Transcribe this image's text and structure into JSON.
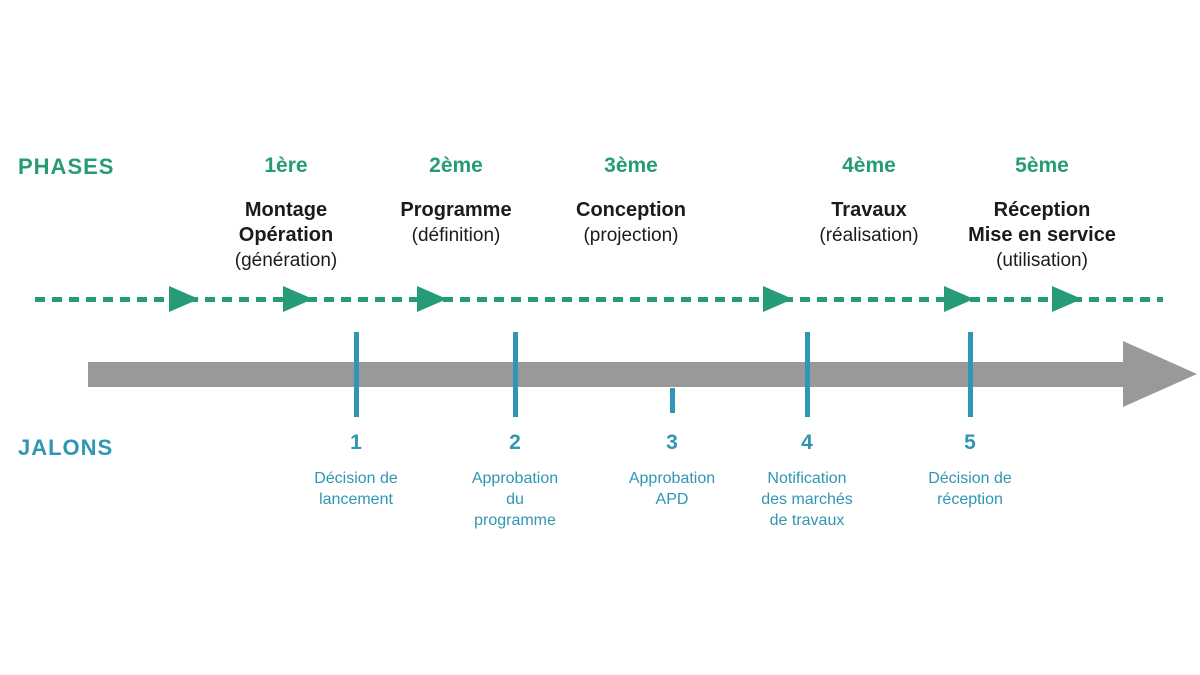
{
  "labels": {
    "phases": "PHASES",
    "jalons": "JALONS"
  },
  "colors": {
    "green": "#259c77",
    "teal": "#2f96b4",
    "gray": "#999999",
    "black": "#1b1b1b"
  },
  "phases": [
    {
      "ordinal": "1ère",
      "name": "Montage\nOpération",
      "subtitle": "(génération)"
    },
    {
      "ordinal": "2ème",
      "name": "Programme",
      "subtitle": "(définition)"
    },
    {
      "ordinal": "3ème",
      "name": "Conception",
      "subtitle": "(projection)"
    },
    {
      "ordinal": "4ème",
      "name": "Travaux",
      "subtitle": "(réalisation)"
    },
    {
      "ordinal": "5ème",
      "name": "Réception\nMise en service",
      "subtitle": "(utilisation)"
    }
  ],
  "jalons": [
    {
      "number": "1",
      "label": "Décision de\nlancement"
    },
    {
      "number": "2",
      "label": "Approbation\ndu\nprogramme"
    },
    {
      "number": "3",
      "label": "Approbation\nAPD"
    },
    {
      "number": "4",
      "label": "Notification\ndes marchés\nde travaux"
    },
    {
      "number": "5",
      "label": "Décision de\nréception"
    }
  ]
}
